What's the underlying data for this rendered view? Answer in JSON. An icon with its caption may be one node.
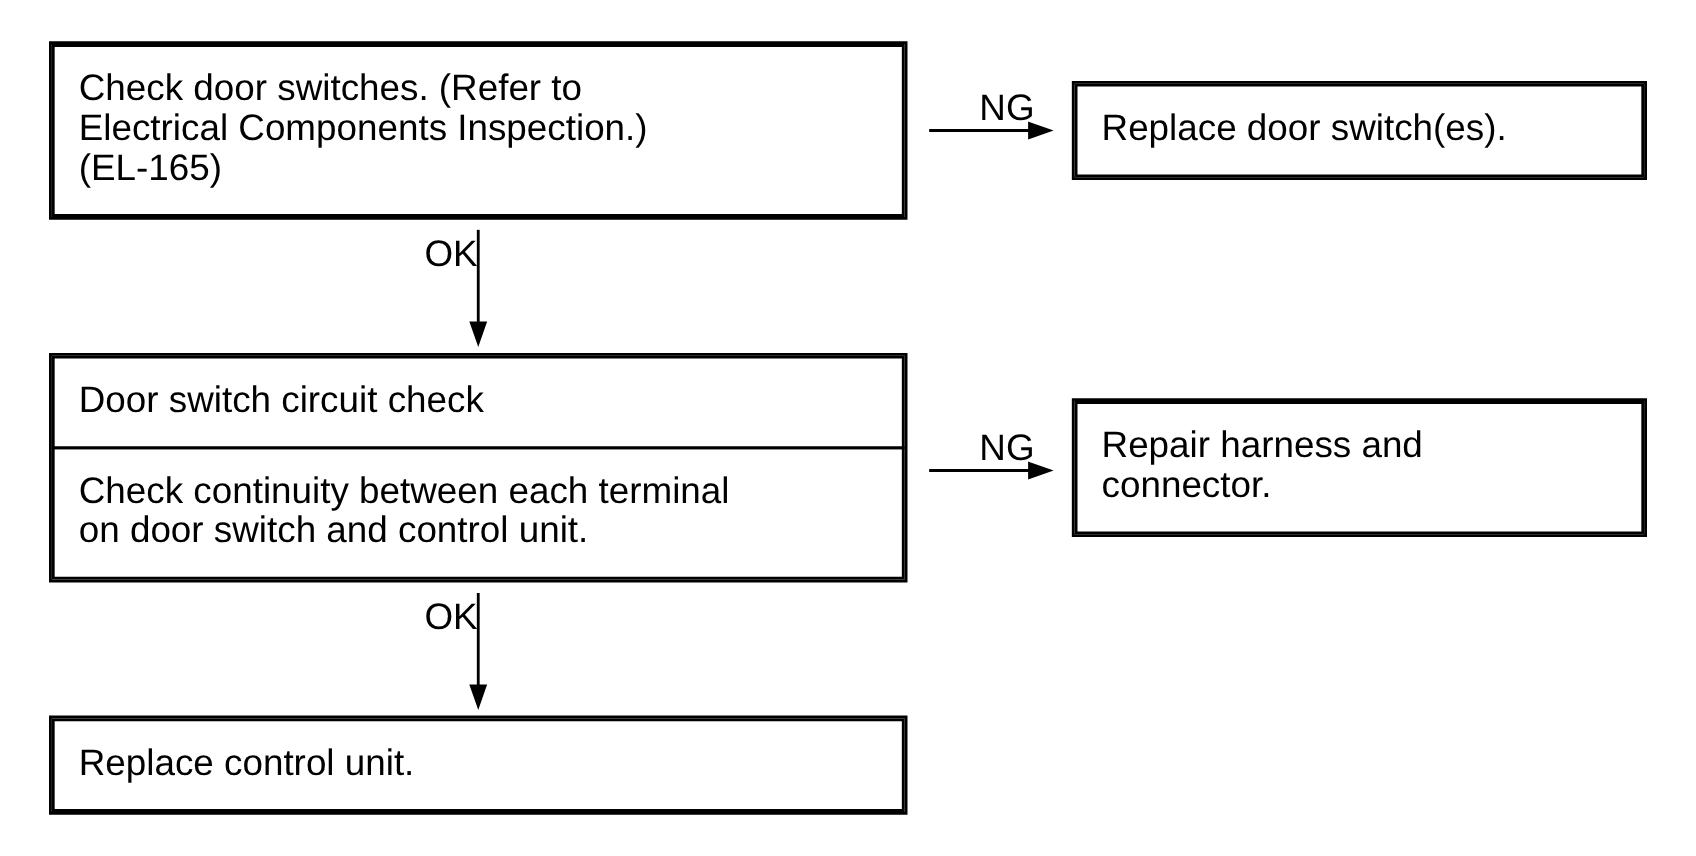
{
  "diagram": {
    "nodes": [
      {
        "text": [
          "Check door switches. (Refer to Electrical Components Inspection.) (EL-165)"
        ]
      },
      {
        "text": [
          "Replace door switch(es)."
        ]
      },
      {
        "text": [
          "Door switch circuit check",
          "Check continuity between each terminal on door switch and control unit."
        ]
      },
      {
        "text": [
          "Repair harness and connector."
        ]
      },
      {
        "text": [
          "Replace control unit."
        ]
      }
    ],
    "edges": [
      {
        "from": 0,
        "to": 1,
        "arrow": "to",
        "label": "NG"
      },
      {
        "from": 0,
        "to": 2,
        "arrow": "to",
        "label": "OK"
      },
      {
        "from": 2,
        "to": 3,
        "arrow": "to",
        "label": "NG"
      },
      {
        "from": 2,
        "to": 4,
        "arrow": "to",
        "label": "OK"
      }
    ]
  }
}
